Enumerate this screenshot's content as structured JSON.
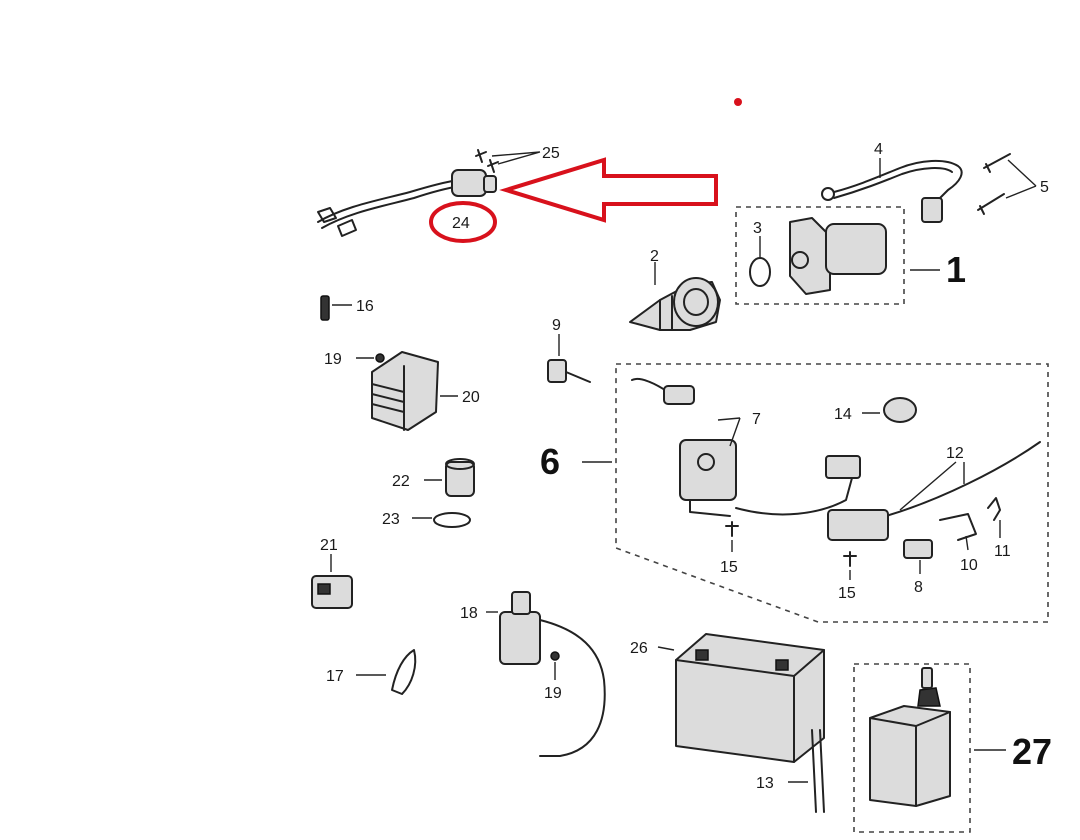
{
  "parts": [
    {
      "id": "1",
      "label": "1"
    },
    {
      "id": "2",
      "label": "2"
    },
    {
      "id": "3",
      "label": "3"
    },
    {
      "id": "4",
      "label": "4"
    },
    {
      "id": "5",
      "label": "5"
    },
    {
      "id": "6",
      "label": "6"
    },
    {
      "id": "7",
      "label": "7"
    },
    {
      "id": "8",
      "label": "8"
    },
    {
      "id": "9",
      "label": "9"
    },
    {
      "id": "10",
      "label": "10"
    },
    {
      "id": "11",
      "label": "11"
    },
    {
      "id": "12",
      "label": "12"
    },
    {
      "id": "13",
      "label": "13"
    },
    {
      "id": "14",
      "label": "14"
    },
    {
      "id": "15a",
      "label": "15"
    },
    {
      "id": "15b",
      "label": "15"
    },
    {
      "id": "16",
      "label": "16"
    },
    {
      "id": "17",
      "label": "17"
    },
    {
      "id": "18",
      "label": "18"
    },
    {
      "id": "19a",
      "label": "19"
    },
    {
      "id": "19b",
      "label": "19"
    },
    {
      "id": "20",
      "label": "20"
    },
    {
      "id": "21",
      "label": "21"
    },
    {
      "id": "22",
      "label": "22"
    },
    {
      "id": "23",
      "label": "23"
    },
    {
      "id": "24",
      "label": "24"
    },
    {
      "id": "25",
      "label": "25"
    },
    {
      "id": "26",
      "label": "26"
    },
    {
      "id": "27",
      "label": "27"
    }
  ],
  "highlight": {
    "part": "24",
    "color": "#d8111c"
  }
}
